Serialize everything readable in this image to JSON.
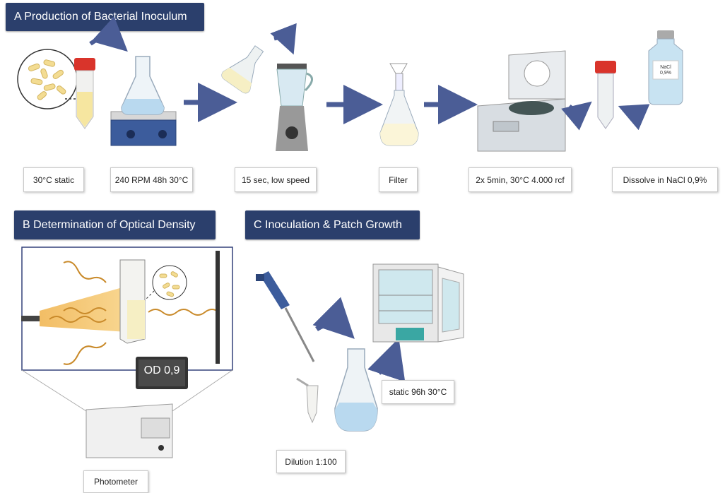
{
  "section_a": {
    "title": "A Production of Bacterial Inoculum",
    "steps": [
      "30°C static",
      "240 RPM 48h 30°C",
      "15 sec, low speed",
      "Filter",
      "2x 5min, 30°C 4.000 rcf",
      "Dissolve in NaCl 0,9%"
    ],
    "bottle_label": "NaCl 0,9%"
  },
  "section_b": {
    "title": "B Determination of Optical Density",
    "display_value": "OD 0,9",
    "device_label": "Photometer"
  },
  "section_c": {
    "title": "C Inoculation & Patch Growth",
    "dilution_label": "Dilution 1:100",
    "incubation_label": "static 96h 30°C"
  },
  "colors": {
    "header_bg": "#2b3f6c",
    "arrow": "#4b5d96",
    "liquid": "#f6efc4",
    "light_wave": "#e0a23a"
  }
}
